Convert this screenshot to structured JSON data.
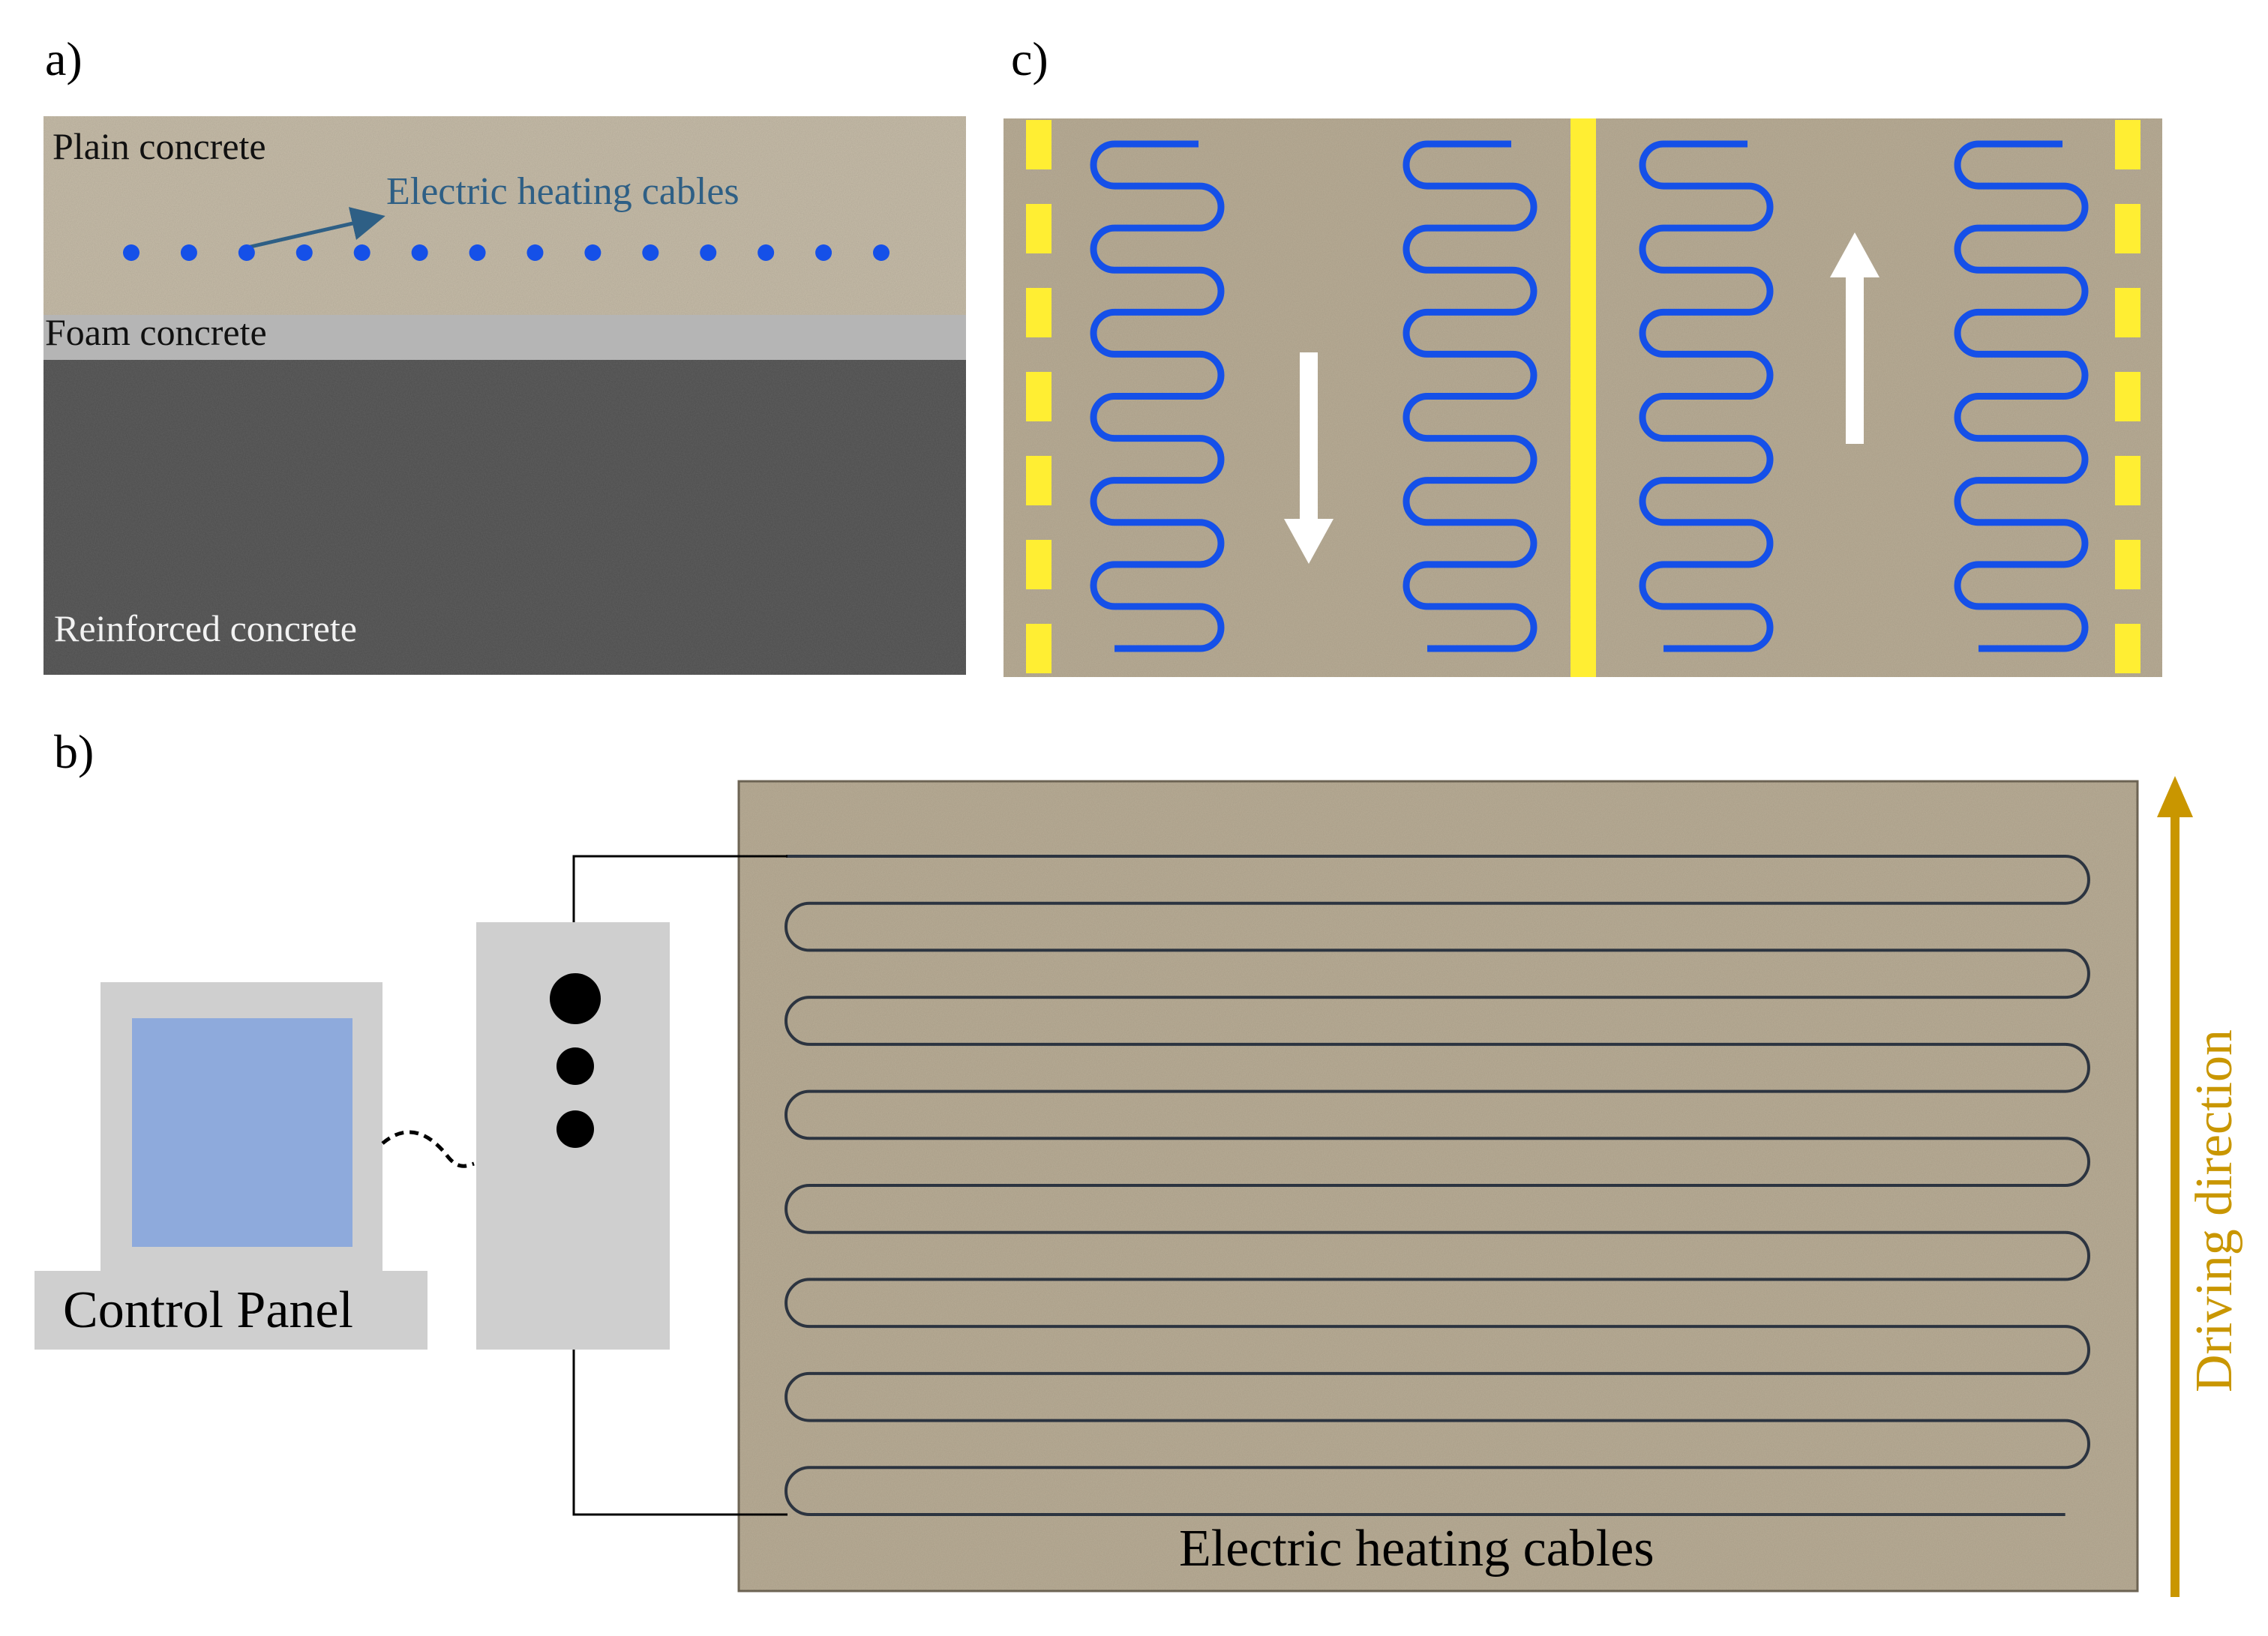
{
  "panel_labels": {
    "a": "a)",
    "b": "b)",
    "c": "c)"
  },
  "section_a": {
    "layers": {
      "plain_concrete": "Plain concrete",
      "foam_concrete": "Foam concrete",
      "reinforced_concrete": "Reinforced concrete"
    },
    "cable_label": "Electric heating cables",
    "cable_dot_count": 14
  },
  "section_b": {
    "control_panel_label": "Control Panel",
    "cable_label": "Electric heating cables",
    "direction_label": "Driving direction",
    "serpentine_loops": 7,
    "indicator_count": 3
  },
  "section_c": {
    "coils": 4,
    "turns_per_coil": 13,
    "lane_arrows": [
      "down",
      "up"
    ]
  },
  "colors": {
    "plain_concrete": "#c7bda9",
    "foam_concrete": "#b5b5b5",
    "reinforced_concrete": "#4d4d4d",
    "cable_blue": "#1550e8",
    "cable_label": "#2e5f85",
    "lane_yellow": "#ffee33",
    "pavement": "#b9ad96",
    "cable_dark": "#2c3440",
    "direction_gold": "#c99600",
    "panel_gray": "#cfcfcf",
    "screen_blue": "#8eaadc"
  }
}
